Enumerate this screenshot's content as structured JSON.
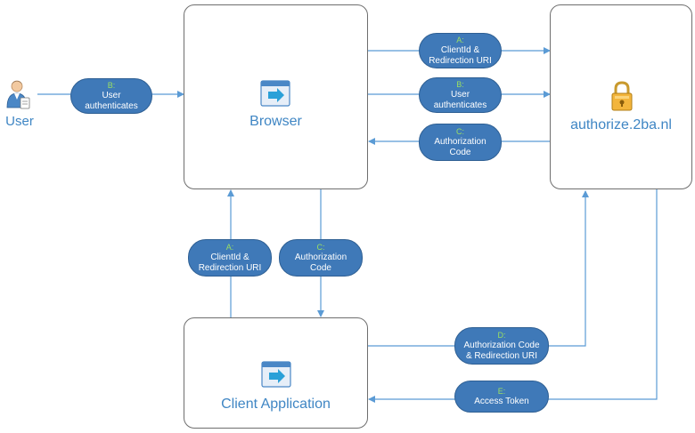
{
  "nodes": {
    "browser": {
      "title": "Browser"
    },
    "authorize": {
      "title": "authorize.2ba.nl"
    },
    "client": {
      "title": "Client Application"
    },
    "user": {
      "title": "User"
    }
  },
  "flows": {
    "user_authenticates_left": {
      "step": "B:",
      "text": "User\nauthenticates"
    },
    "clientid_top": {
      "step": "A:",
      "text": "ClientId &\nRedirection URI"
    },
    "user_authenticates_top": {
      "step": "B:",
      "text": "User\nauthenticates"
    },
    "authorization_code_top": {
      "step": "C:",
      "text": "Authorization\nCode"
    },
    "clientid_mid": {
      "step": "A:",
      "text": "ClientId &\nRedirection URI"
    },
    "authorization_code_mid": {
      "step": "C:",
      "text": "Authorization\nCode"
    },
    "authcode_redirect": {
      "step": "D:",
      "text": "Authorization Code\n& Redirection URI"
    },
    "access_token": {
      "step": "E:",
      "text": "Access Token"
    }
  },
  "colors": {
    "pill_fill": "#3f79b8",
    "step_letter": "#9be062",
    "arrow": "#5b9bd5",
    "title_text": "#3f86c4"
  }
}
